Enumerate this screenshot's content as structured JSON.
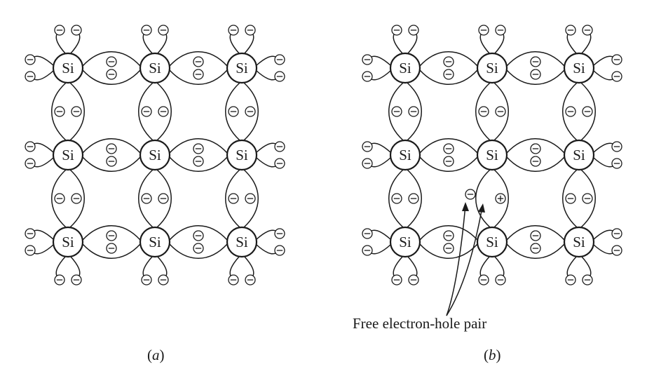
{
  "figure": {
    "panels": [
      {
        "id": "a",
        "caption_open": "(",
        "caption_letter": "a",
        "caption_close": ")",
        "lattice": {
          "rows": 3,
          "cols": 3,
          "atom_label": "Si"
        },
        "broken_bond": null
      },
      {
        "id": "b",
        "caption_open": "(",
        "caption_letter": "b",
        "caption_close": ")",
        "lattice": {
          "rows": 3,
          "cols": 3,
          "atom_label": "Si"
        },
        "broken_bond": {
          "between": [
            "row 2, col 2",
            "row 3, col 2"
          ],
          "free_electron": "−",
          "hole": "+",
          "annotation": "Free electron-hole pair"
        }
      }
    ],
    "colors": {
      "ink": "#1a1a1a",
      "background": "#ffffff"
    }
  }
}
